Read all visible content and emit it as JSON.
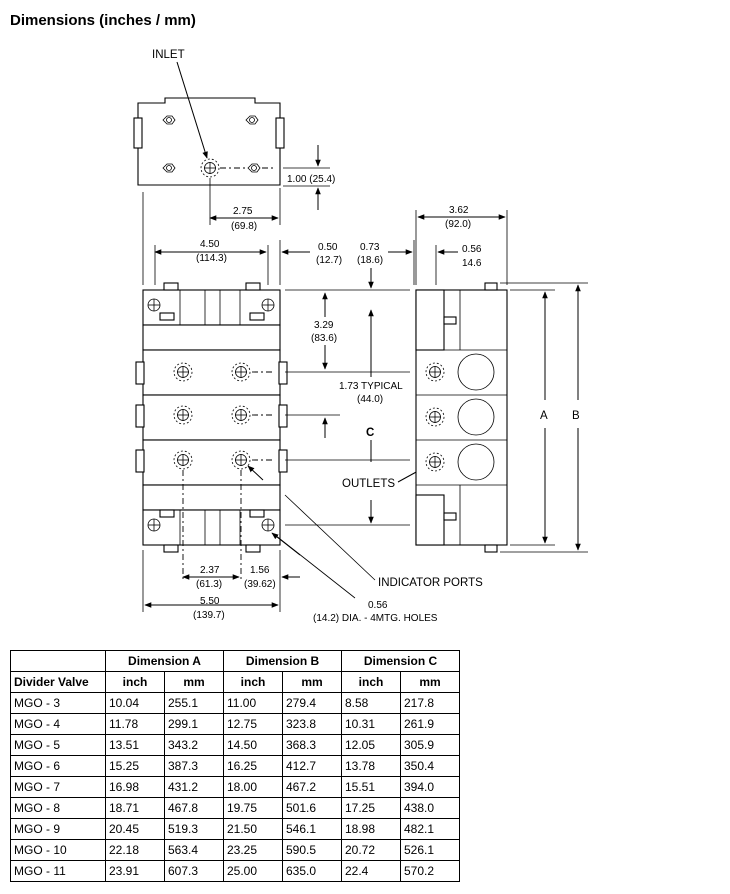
{
  "title": "Dimensions (inches / mm)",
  "drawing": {
    "inlet": "INLET",
    "outlets": "OUTLETS",
    "indicator_ports": "INDICATOR PORTS",
    "label_a": "A",
    "label_b": "B",
    "label_c": "C",
    "dim_inlet_offset": "1.00 (25.4)",
    "dim_275_in": "2.75",
    "dim_275_mm": "(69.8)",
    "dim_450_in": "4.50",
    "dim_450_mm": "(114.3)",
    "dim_050_in": "0.50",
    "dim_050_mm": "(12.7)",
    "dim_073_in": "0.73",
    "dim_073_mm": "(18.6)",
    "dim_362_in": "3.62",
    "dim_362_mm": "(92.0)",
    "dim_056_side_in": "0.56",
    "dim_056_side_mm": "14.6",
    "dim_329_in": "3.29",
    "dim_329_mm": "(83.6)",
    "dim_173_in": "1.73 TYPICAL",
    "dim_173_mm": "(44.0)",
    "dim_237_in": "2.37",
    "dim_237_mm": "(61.3)",
    "dim_156_in": "1.56",
    "dim_156_mm": "(39.62)",
    "dim_550_in": "5.50",
    "dim_550_mm": "(139.7)",
    "dim_holes_in": "0.56",
    "dim_holes_text": "(14.2) DIA. - 4MTG. HOLES"
  },
  "table": {
    "header_groups": [
      "Dimension A",
      "Dimension B",
      "Dimension C"
    ],
    "row_label_header": "Divider Valve",
    "unit_headers": [
      "inch",
      "mm",
      "inch",
      "mm",
      "inch",
      "mm"
    ],
    "rows": [
      [
        "MGO - 3",
        "10.04",
        "255.1",
        "11.00",
        "279.4",
        "8.58",
        "217.8"
      ],
      [
        "MGO - 4",
        "11.78",
        "299.1",
        "12.75",
        "323.8",
        "10.31",
        "261.9"
      ],
      [
        "MGO - 5",
        "13.51",
        "343.2",
        "14.50",
        "368.3",
        "12.05",
        "305.9"
      ],
      [
        "MGO - 6",
        "15.25",
        "387.3",
        "16.25",
        "412.7",
        "13.78",
        "350.4"
      ],
      [
        "MGO - 7",
        "16.98",
        "431.2",
        "18.00",
        "467.2",
        "15.51",
        "394.0"
      ],
      [
        "MGO - 8",
        "18.71",
        "467.8",
        "19.75",
        "501.6",
        "17.25",
        "438.0"
      ],
      [
        "MGO - 9",
        "20.45",
        "519.3",
        "21.50",
        "546.1",
        "18.98",
        "482.1"
      ],
      [
        "MGO - 10",
        "22.18",
        "563.4",
        "23.25",
        "590.5",
        "20.72",
        "526.1"
      ],
      [
        "MGO - 11",
        "23.91",
        "607.3",
        "25.00",
        "635.0",
        "22.4",
        "570.2"
      ]
    ]
  }
}
